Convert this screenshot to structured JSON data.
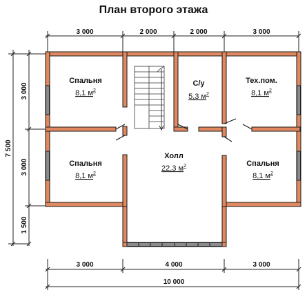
{
  "title": "План второго этажа",
  "dimensions": {
    "top": [
      "3 000",
      "2 000",
      "2 000",
      "3 000"
    ],
    "bottom": [
      "3 000",
      "4 000",
      "3 000"
    ],
    "bottom_total": "10 000",
    "left_total": "7 500",
    "left": [
      "3 000",
      "3 000",
      "1 500"
    ]
  },
  "rooms": [
    {
      "name": "Спальня",
      "area": "8,1 м",
      "sup": "2"
    },
    {
      "name": "С/у",
      "area": "5,3 м",
      "sup": "2"
    },
    {
      "name": "Тех.пом.",
      "area": "8,1 м",
      "sup": "2"
    },
    {
      "name": "Спальня",
      "area": "8,1 м",
      "sup": "2"
    },
    {
      "name": "Холл",
      "area": "22,3 м",
      "sup": "2"
    },
    {
      "name": "Спальня",
      "area": "8,1 м",
      "sup": "2"
    }
  ],
  "colors": {
    "wall": "#e0885f",
    "wall_stroke": "#1a1a1a",
    "window": "#ffffff"
  }
}
